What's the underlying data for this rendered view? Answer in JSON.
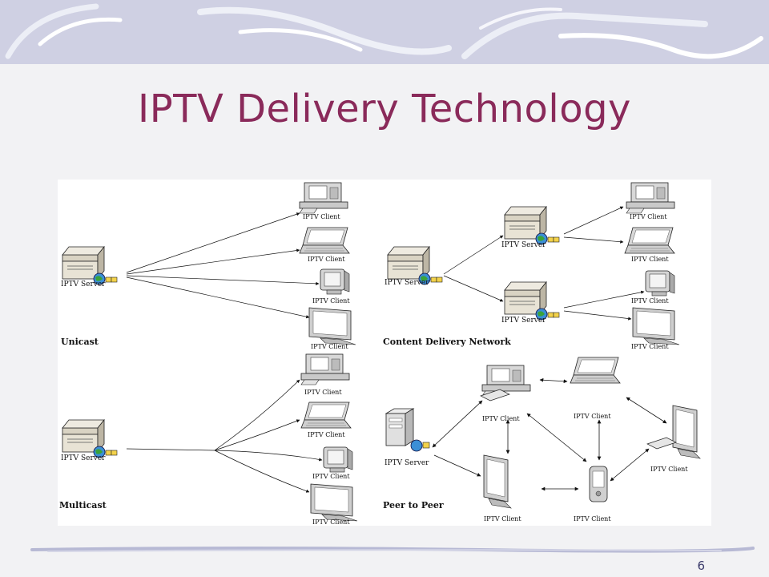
{
  "slide": {
    "title": "IPTV Delivery Technology",
    "page_number": "6"
  },
  "diagram": {
    "server_label": "IPTV Server",
    "client_label": "IPTV Client",
    "quadrants": {
      "unicast": "Unicast",
      "cdn": "Content Delivery Network",
      "multicast": "Multicast",
      "p2p": "Peer to Peer"
    }
  }
}
